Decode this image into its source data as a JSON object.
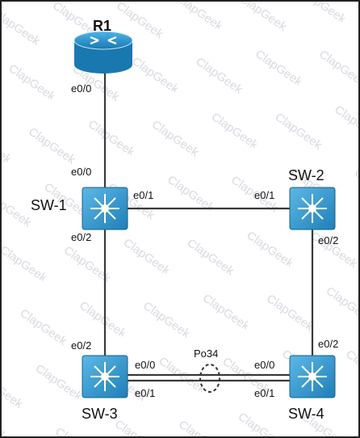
{
  "devices": {
    "r1": "R1",
    "sw1": "SW-1",
    "sw2": "SW-2",
    "sw3": "SW-3",
    "sw4": "SW-4"
  },
  "ports": {
    "r1_e00": "e0/0",
    "sw1_e00": "e0/0",
    "sw1_e01": "e0/1",
    "sw1_e02": "e0/2",
    "sw2_e01": "e0/1",
    "sw2_e02": "e0/2",
    "sw3_e02": "e0/2",
    "sw3_e00": "e0/0",
    "sw3_e01": "e0/1",
    "sw4_e00": "e0/0",
    "sw4_e01": "e0/1",
    "sw4_e02": "e0/2"
  },
  "port_channel": "Po34",
  "watermark": "ClapGeek",
  "colors": {
    "router_fill": "#1f8fc9",
    "switch_fill": "#2d97cf",
    "link": "#3a3a3a",
    "watermark": "#c9ccd6"
  },
  "icons": {
    "router": "router-icon",
    "switch": "multilayer-switch-icon"
  }
}
